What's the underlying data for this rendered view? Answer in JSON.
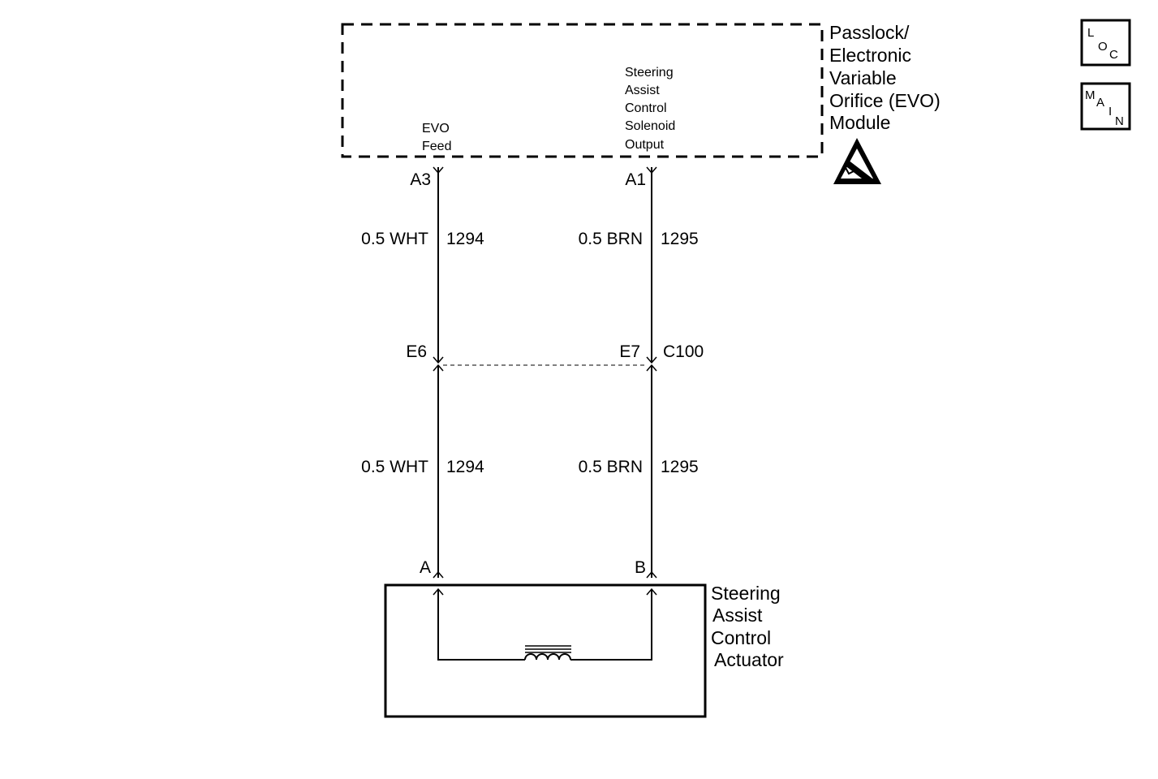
{
  "module": {
    "title_lines": [
      "Passlock/",
      "Electronic",
      "Variable",
      "Orifice (EVO)",
      "Module"
    ],
    "esd_icon": "esd-sensitive-icon"
  },
  "pins_module": {
    "evo_feed": {
      "label_lines": [
        "EVO",
        "Feed"
      ],
      "pin": "A3"
    },
    "solenoid_output": {
      "label_lines": [
        "Steering",
        "Assist",
        "Control",
        "Solenoid",
        "Output"
      ],
      "pin": "A1"
    }
  },
  "wires": {
    "left_upper": {
      "gauge_color": "0.5 WHT",
      "circuit": "1294"
    },
    "right_upper": {
      "gauge_color": "0.5 BRN",
      "circuit": "1295"
    },
    "left_lower": {
      "gauge_color": "0.5 WHT",
      "circuit": "1294"
    },
    "right_lower": {
      "gauge_color": "0.5 BRN",
      "circuit": "1295"
    }
  },
  "connector": {
    "name": "C100",
    "left_terminal": "E6",
    "right_terminal": "E7"
  },
  "actuator": {
    "title_lines": [
      "Steering",
      "Assist",
      "Control",
      "Actuator"
    ],
    "left_pin": "A",
    "right_pin": "B"
  },
  "side_icons": {
    "loc": {
      "letters": [
        "L",
        "O",
        "C"
      ]
    },
    "main": {
      "letters": [
        "M",
        "A",
        "I",
        "N"
      ]
    }
  }
}
